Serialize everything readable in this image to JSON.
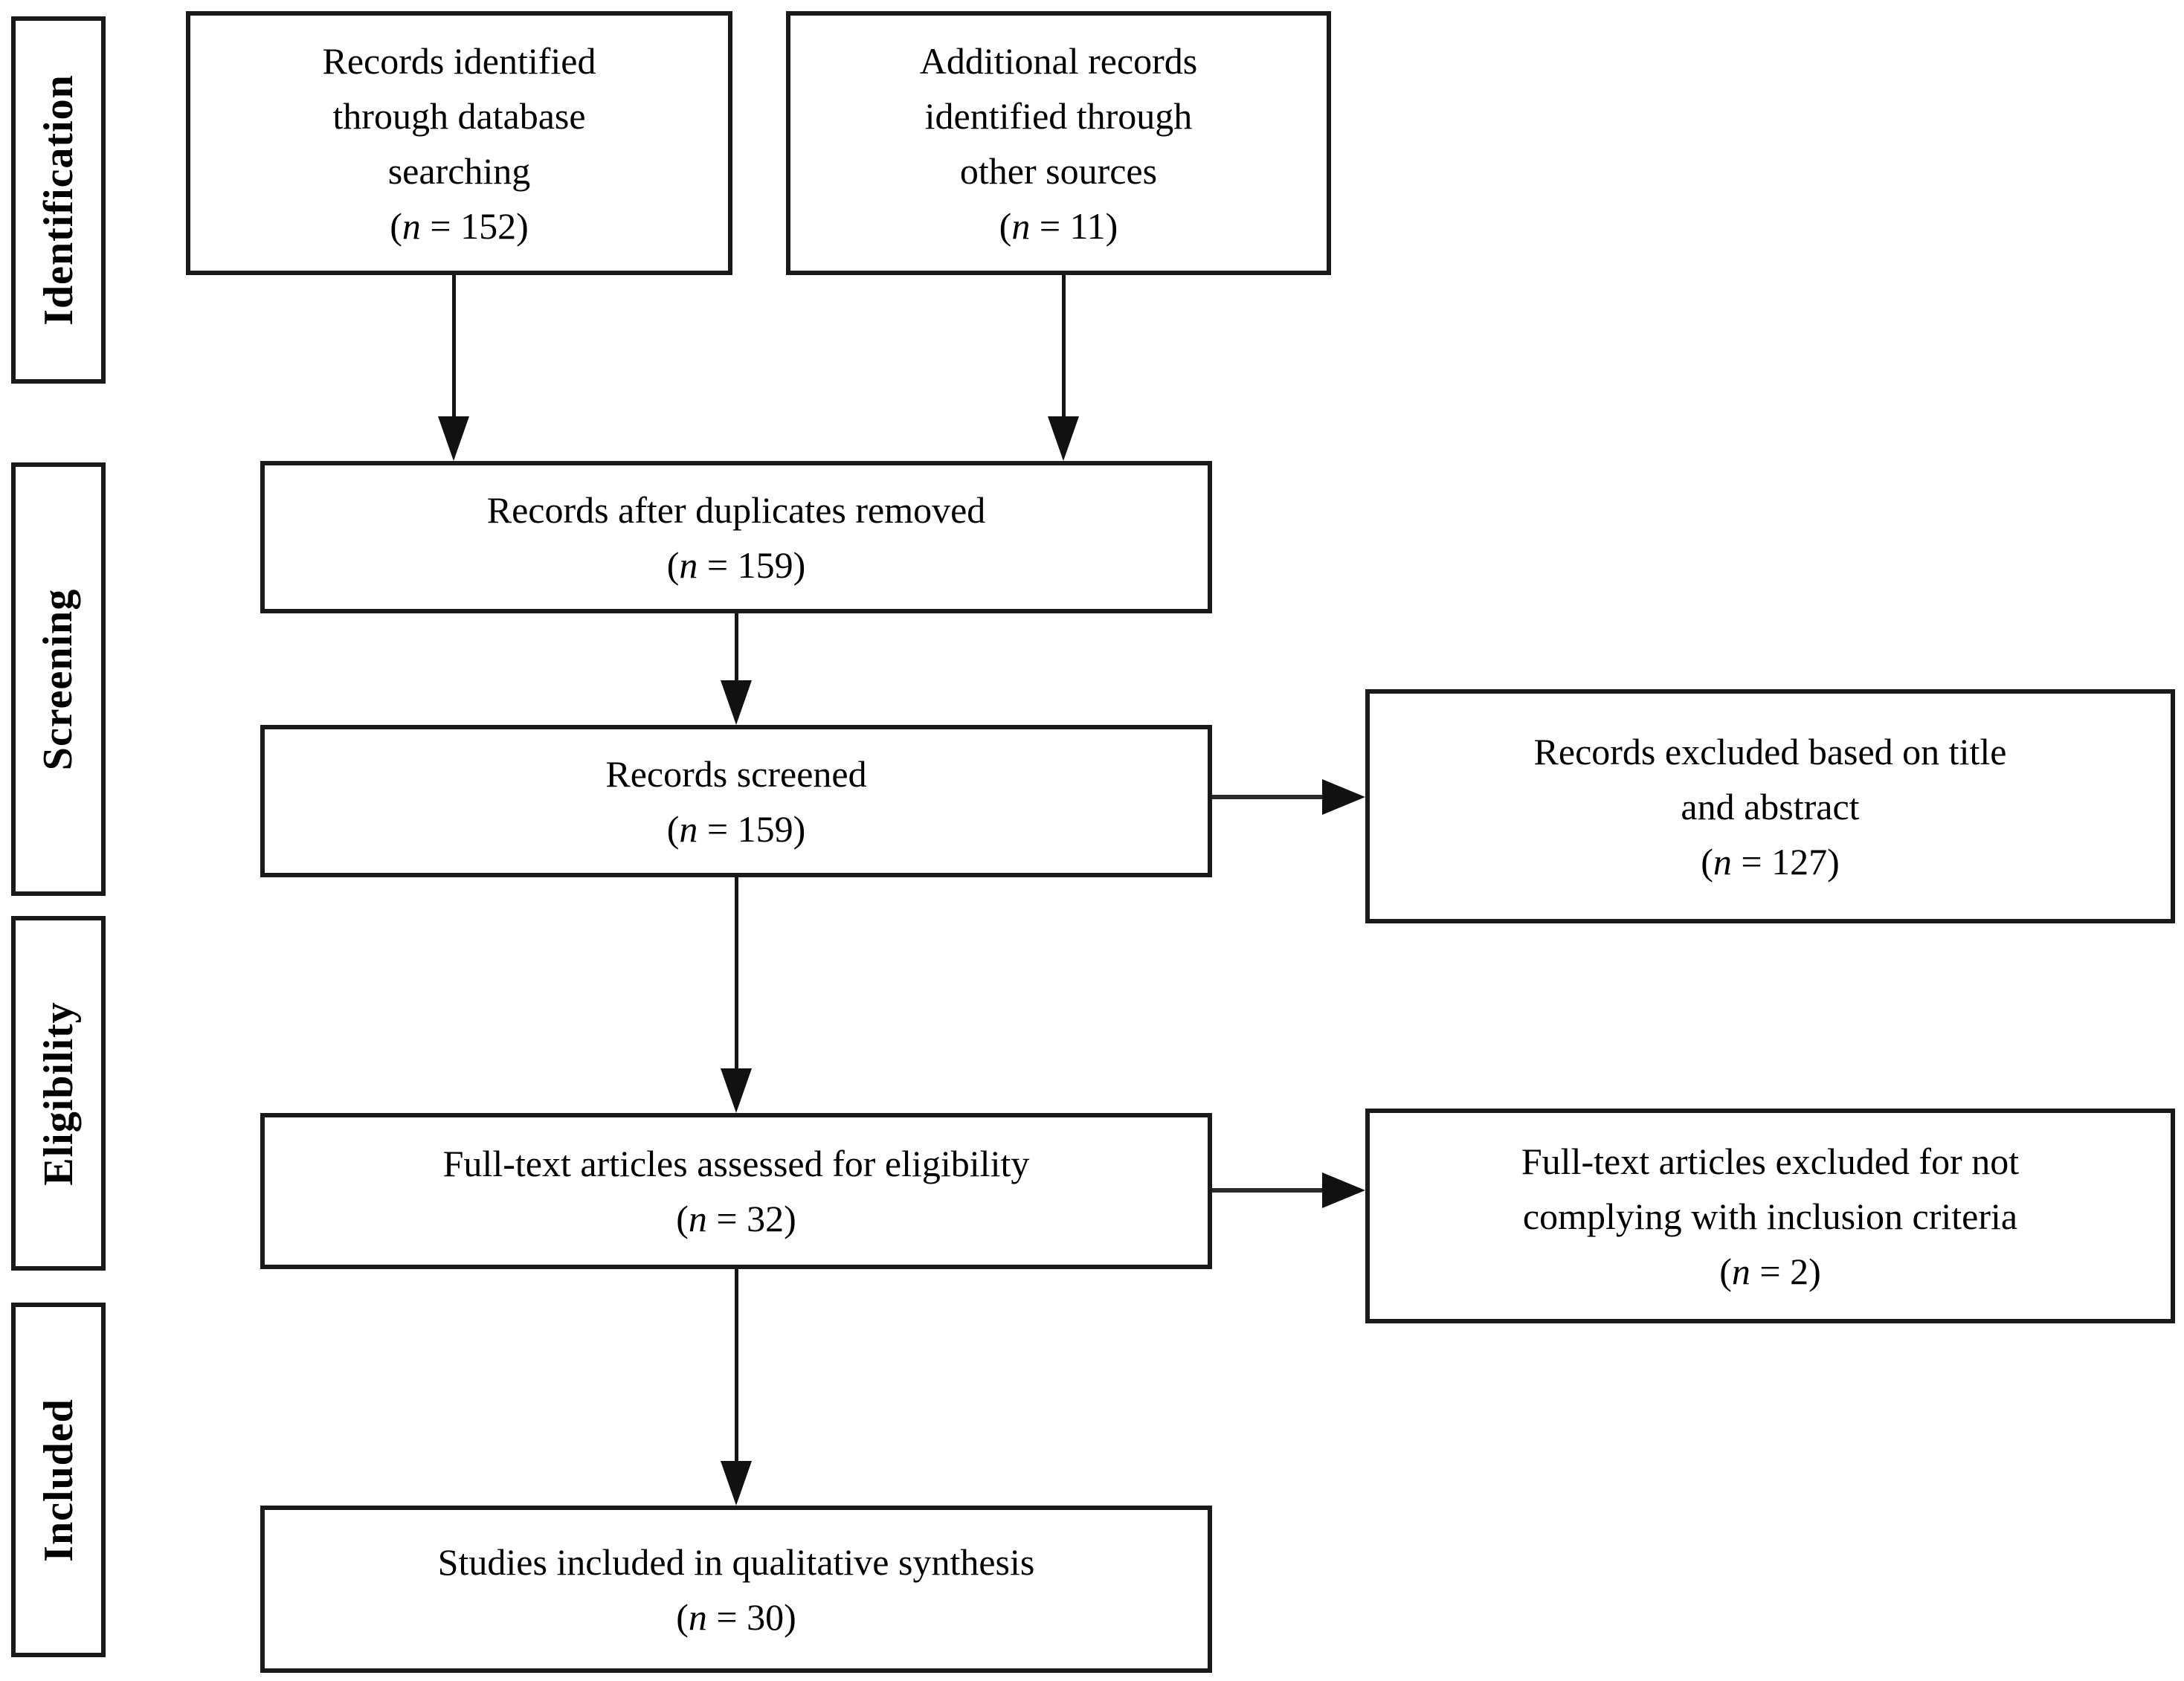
{
  "colors": {
    "background": "#ffffff",
    "box_border": "#1a1a1a",
    "arrow": "#151515",
    "text": "#000000"
  },
  "sidebar": {
    "identification": "Identification",
    "screening": "Screening",
    "eligibility": "Eligibility",
    "included": "Included"
  },
  "boxes": {
    "database": {
      "label": "Records identified\nthrough database\nsearching",
      "count": {
        "open": "(",
        "var": "n",
        "rest": " = 152)"
      }
    },
    "other_sources": {
      "label": "Additional records\nidentified through\nother sources",
      "count": {
        "open": "(",
        "var": "n",
        "rest": " = 11)"
      }
    },
    "duplicates_removed": {
      "label": "Records after duplicates removed",
      "count": {
        "open": "(",
        "var": "n",
        "rest": " = 159)"
      }
    },
    "screened": {
      "label": "Records screened",
      "count": {
        "open": "(",
        "var": "n",
        "rest": " = 159)"
      }
    },
    "excluded_title_abstract": {
      "label": "Records excluded based on title\nand abstract",
      "count": {
        "open": "(",
        "var": "n",
        "rest": " = 127)"
      }
    },
    "fulltext_assessed": {
      "label": "Full-text articles assessed for eligibility",
      "count": {
        "open": "(",
        "var": "n",
        "rest": " = 32)"
      }
    },
    "fulltext_excluded": {
      "label": "Full-text articles excluded for not\ncomplying with inclusion criteria",
      "count": {
        "open": "(",
        "var": "n",
        "rest": " = 2)"
      }
    },
    "qualitative_synthesis": {
      "label": "Studies included in qualitative synthesis",
      "count": {
        "open": "(",
        "var": "n",
        "rest": " = 30)"
      }
    }
  }
}
